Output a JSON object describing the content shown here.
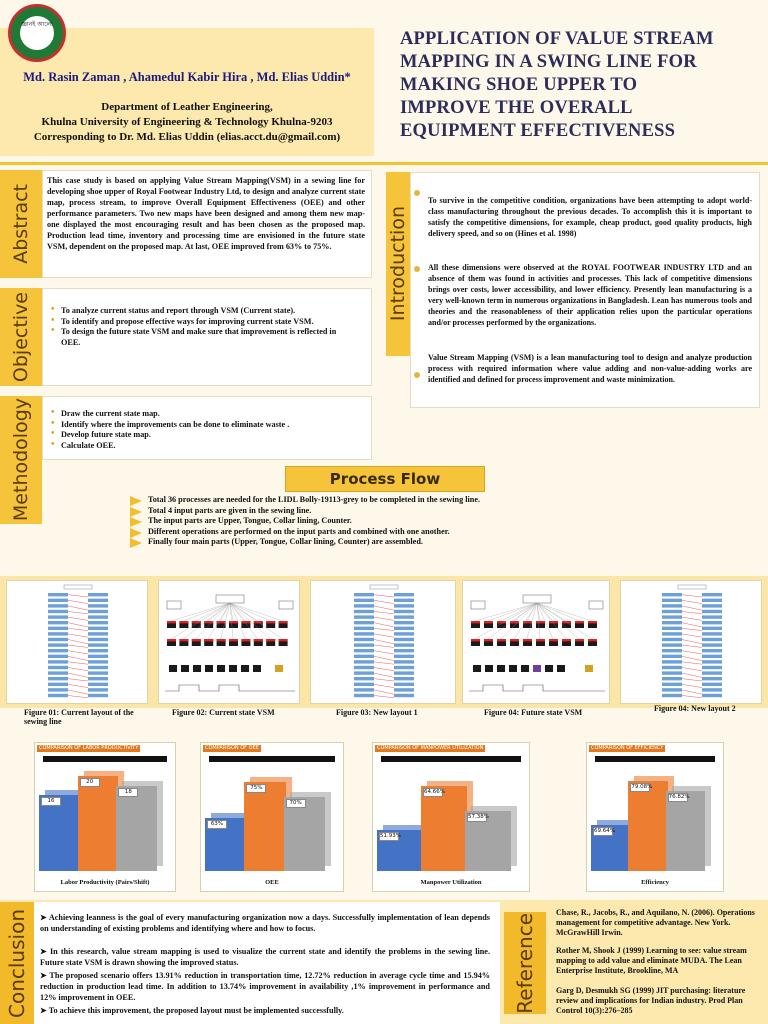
{
  "header": {
    "logo_text": "জ্ঞানই আলো",
    "authors": "Md. Rasin Zaman , Ahamedul Kabir Hira ,  Md. Elias Uddin*",
    "department": "Department of Leather Engineering,",
    "university": "Khulna University of Engineering & Technology Khulna-9203",
    "corresponding": "Corresponding to Dr. Md. Elias Uddin (elias.acct.du@gmail.com)",
    "title": "APPLICATION OF VALUE STREAM MAPPING IN A SWING LINE FOR MAKING SHOE UPPER TO IMPROVE THE OVERALL EQUIPMENT EFFECTIVENESS"
  },
  "abstract": {
    "label": "Abstract",
    "text": "This case study is based on applying Value Stream Mapping(VSM) in a sewing line for developing shoe upper of Royal Footwear Industry Ltd, to design and analyze current state map, process stream, to improve Overall Equipment Effectiveness (OEE) and other performance parameters. Two new maps have been designed and among them new map-one displayed the most encouraging result and has been chosen as the proposed map. Production lead time, inventory and processing time are envisioned in the future state VSM, dependent on the proposed map. At last, OEE improved from 63% to 75%."
  },
  "objective": {
    "label": "Objective",
    "items": [
      "To analyze current status and report through VSM (Current state).",
      "To identify and propose effective ways for improving current state VSM.",
      "To design the future state VSM and make sure that improvement is reflected in OEE."
    ]
  },
  "methodology": {
    "label": "Methodology",
    "items": [
      "Draw the current state map.",
      "Identify where the improvements can be done to eliminate waste .",
      "Develop future state map.",
      "Calculate OEE."
    ]
  },
  "introduction": {
    "label": "Introduction",
    "paragraphs": [
      "To survive in the competitive condition, organizations have been attempting to adopt world-class manufacturing throughout the previous decades. To accomplish this it is important to satisfy the competitive dimensions, for example, cheap product, good quality products, high delivery speed, and so on (Hines et al. 1998)",
      "All these dimensions were observed at the ROYAL FOOTWEAR INDUSTRY LTD and an absence of them was found in activities and processes. This lack of competitive dimensions brings over costs, lower accessibility, and lower efficiency. Presently lean manufacturing is a very well-known term in numerous organizations in Bangladesh. Lean has numerous tools and theories and the reasonableness of their application relies upon the particular operations and/or processes performed by the organizations.",
      "Value Stream Mapping (VSM) is a lean manufacturing tool to design and analyze production process with required information where value adding and non-value-adding works are identified and defined for process improvement and waste minimization."
    ]
  },
  "process_flow": {
    "title": "Process Flow",
    "items": [
      "Total 36 processes are needed for the LIDL Bolly-19113-grey to be completed in the sewing line.",
      "Total 4 input parts are given in the sewing line.",
      "The input parts are Upper, Tongue, Collar lining, Counter.",
      "Different operations are performed on the input parts and combined with one another.",
      "Finally four main parts (Upper, Tongue, Collar lining, Counter) are assembled."
    ]
  },
  "figures": [
    {
      "caption": "Figure 01: Current layout of the sewing line"
    },
    {
      "caption": "Figure 02: Current state VSM"
    },
    {
      "caption": "Figure 03: New layout 1"
    },
    {
      "caption": "Figure 04: Future state VSM"
    },
    {
      "caption": "Figure 04: New layout 2"
    }
  ],
  "chart_data": [
    {
      "type": "bar",
      "title": "COMPARISON OF LABOR PRODUCTIVITY",
      "xlabel": "Labor Productivity (Pairs/Shift)",
      "values": [
        16,
        20,
        18
      ],
      "labels": [
        "16",
        "20",
        "18"
      ],
      "colors": [
        "#4472c4",
        "#ed7d31",
        "#a5a5a5"
      ],
      "ylim": [
        0,
        22
      ]
    },
    {
      "type": "bar",
      "title": "COMPARISON OF OEE",
      "xlabel": "OEE",
      "values": [
        63,
        75,
        70
      ],
      "labels": [
        "63%",
        "75%",
        "70%"
      ],
      "colors": [
        "#4472c4",
        "#ed7d31",
        "#a5a5a5"
      ],
      "ylim": [
        45,
        80
      ]
    },
    {
      "type": "bar",
      "title": "COMPARISON OF MANPOWER UTILIZATION",
      "xlabel": "Manpower Utilization",
      "values": [
        51.93,
        64.66,
        57.38
      ],
      "labels": [
        "51.93%",
        "64.66%",
        "57.38%"
      ],
      "colors": [
        "#4472c4",
        "#ed7d31",
        "#a5a5a5"
      ],
      "ylim": [
        40,
        70
      ]
    },
    {
      "type": "bar",
      "title": "COMPARISON OF EFFICIENCY",
      "xlabel": "Efficiency",
      "values": [
        69.64,
        79.08,
        76.82
      ],
      "labels": [
        "69.64%",
        "79.08%",
        "76.82%"
      ],
      "colors": [
        "#4472c4",
        "#ed7d31",
        "#a5a5a5"
      ],
      "ylim": [
        60,
        82
      ]
    }
  ],
  "conclusion": {
    "label": "Conclusion",
    "paragraphs": [
      "➤ Achieving leanness is the goal of every manufacturing organization now a days. Successfully implementation of lean depends on understanding of existing problems and identifying where and how to focus.",
      "➤ In this research, value stream mapping is used to visualize the current state and identify the problems in the sewing line. Future state VSM is drawn showing the improved status.",
      "➤ The proposed scenario offers 13.91% reduction in transportation time, 12.72% reduction in average cycle time and 15.94% reduction in production lead time. In addition to 13.74% improvement in availability ,1% improvement in performance and 12% improvement in OEE.",
      "➤ To achieve this improvement, the proposed layout must be implemented successfully."
    ]
  },
  "reference": {
    "label": "Reference",
    "items": [
      "Chase, R., Jacobs, R., and Aquilano, N. (2006). Operations management for competitive advantage. New York. McGrawHill Irwin.",
      "Rother M, Shook J (1999) Learning to see: value stream mapping to add value and eliminate MUDA. The Lean Enterprise Institute, Brookline, MA",
      "Garg D, Desmukh SG (1999) JIT purchasing: literature review and implications for Indian industry. Prod Plan Control 10(3):276–285"
    ]
  }
}
